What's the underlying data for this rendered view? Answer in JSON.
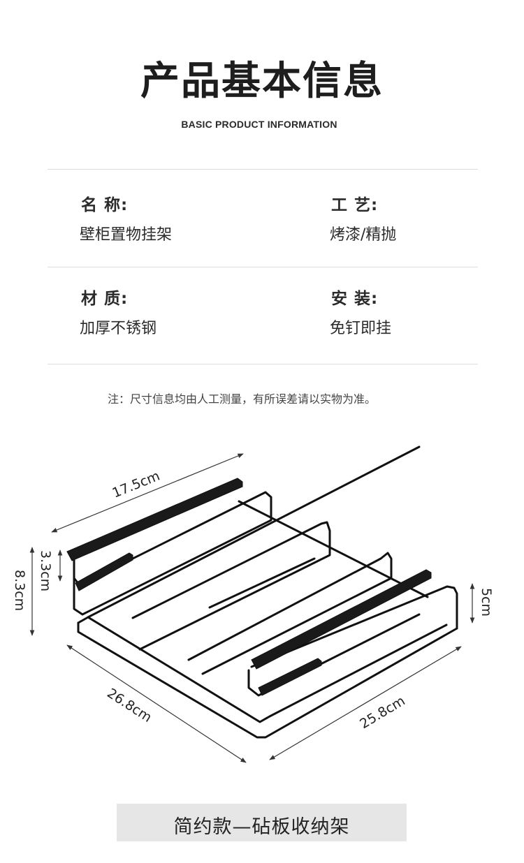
{
  "header": {
    "title": "产品基本信息",
    "subtitle": "BASIC PRODUCT INFORMATION"
  },
  "specs": [
    {
      "label": "名  称:",
      "value": "壁柜置物挂架"
    },
    {
      "label": "工  艺:",
      "value": "烤漆/精抛"
    },
    {
      "label": "材  质:",
      "value": "加厚不锈钢"
    },
    {
      "label": "安  装:",
      "value": "免钉即挂"
    }
  ],
  "note": "注：尺寸信息均由人工测量，有所误差请以实物为准。",
  "dimensions": {
    "top_length": "17.5cm",
    "hook_height": "3.3cm",
    "total_height": "8.3cm",
    "right_height": "5cm",
    "bottom_left": "26.8cm",
    "bottom_right": "25.8cm"
  },
  "caption": "简约款—砧板收纳架",
  "colors": {
    "rack": "#111111",
    "caption_bg": "#e6e6e6",
    "rule": "#dcdcdc"
  }
}
